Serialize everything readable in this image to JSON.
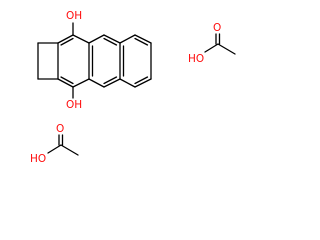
{
  "atom_color": "#ff0d0d",
  "bond_color": "#000000",
  "background": "#ffffff",
  "labels": {
    "oh_top": "OH",
    "oh_bottom": "OH",
    "acetic_acid_top_oh": "HO",
    "acetic_acid_top_o": "O",
    "acetic_acid_bottom_oh": "HO",
    "acetic_acid_bottom_o": "O"
  }
}
